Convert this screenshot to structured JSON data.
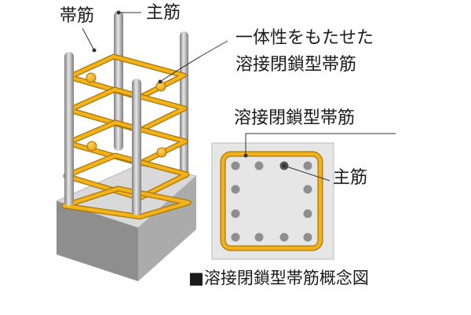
{
  "labels": {
    "hoop": "帯筋",
    "main_bar_top": "主筋",
    "unified_line1": "一体性をもたせた",
    "unified_line2": "溶接閉鎖型帯筋",
    "section_title": "溶接閉鎖型帯筋",
    "main_bar_section": "主筋"
  },
  "caption": {
    "marker": "■",
    "text": "溶接閉鎖型帯筋概念図"
  },
  "colors": {
    "hoop": "#f2b21b",
    "hoop_outline": "#a87608",
    "bar_light": "#e6e6e6",
    "bar_dark": "#8a8a8a",
    "concrete_top": "#dcdcdc",
    "concrete_left": "#8c8c8c",
    "concrete_right": "#a9a9a9",
    "section_fill": "#e7e7e7",
    "section_dot": "#8f8f8f",
    "leader": "#333333"
  }
}
